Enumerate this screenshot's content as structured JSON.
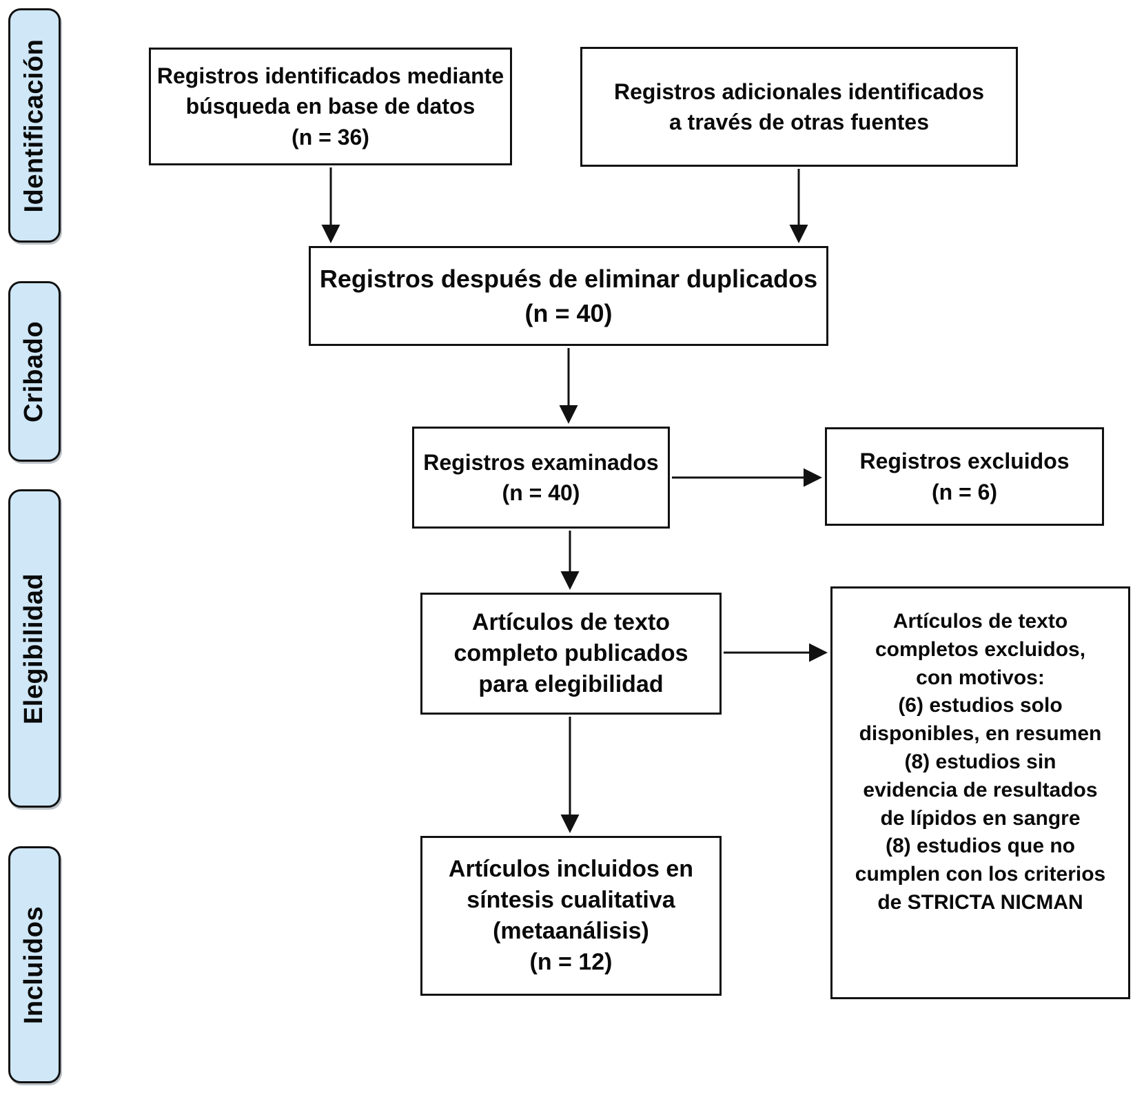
{
  "diagram": {
    "type": "prisma-flow",
    "language": "es",
    "colors": {
      "stage_fill": "#cfe7f7",
      "border": "#111111",
      "background": "#ffffff",
      "text": "#0a0a0a"
    },
    "stages": [
      {
        "id": "identificacion",
        "label": "Identificación"
      },
      {
        "id": "cribado",
        "label": "Cribado"
      },
      {
        "id": "elegibilidad",
        "label": "Elegibilidad"
      },
      {
        "id": "incluidos",
        "label": "Incluidos"
      }
    ],
    "boxes": {
      "db_search": {
        "text": "Registros identificados mediante\nbúsqueda en base de datos\n(n = 36)",
        "n": 36
      },
      "other_sources": {
        "text": "Registros adicionales identificados\na través de otras fuentes"
      },
      "after_duplicates": {
        "text": "Registros después de eliminar duplicados\n(n = 40)",
        "n": 40
      },
      "screened": {
        "text": "Registros examinados\n(n = 40)",
        "n": 40
      },
      "excluded": {
        "text": "Registros excluidos\n(n = 6)",
        "n": 6
      },
      "fulltext": {
        "text": "Artículos de texto\ncompleto publicados\npara elegibilidad"
      },
      "fulltext_excluded": {
        "text": "Artículos de texto\ncompletos excluidos,\ncon motivos:\n(6) estudios solo\ndisponibles, en resumen\n(8) estudios sin\nevidencia de resultados\nde lípidos en sangre\n(8) estudios que no\ncumplen con los criterios\nde STRICTA NICMAN",
        "reasons": [
          {
            "n": 6,
            "reason": "estudios solo disponibles, en resumen"
          },
          {
            "n": 8,
            "reason": "estudios sin evidencia de resultados de lípidos en sangre"
          },
          {
            "n": 8,
            "reason": "estudios que no cumplen con los criterios de STRICTA NICMAN"
          }
        ]
      },
      "included": {
        "text": "Artículos incluidos en\nsíntesis cualitativa\n(metaanálisis)\n(n = 12)",
        "n": 12
      }
    }
  }
}
